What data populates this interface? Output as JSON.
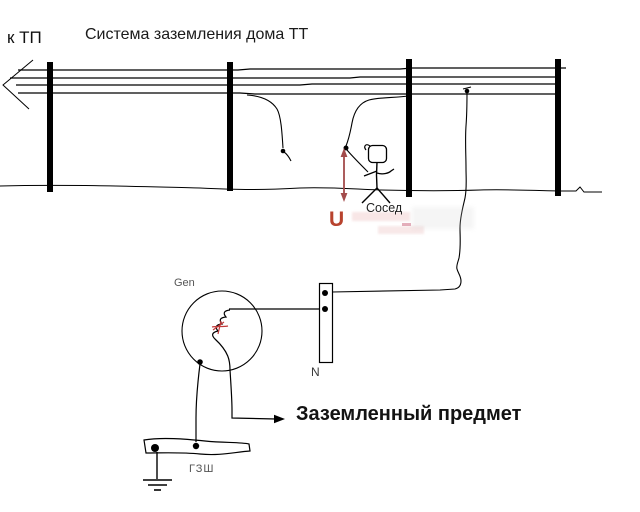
{
  "diagram": {
    "title": "Система заземления дома ТТ",
    "labels": {
      "to_substation": "к ТП",
      "neighbor": "Сосед",
      "voltage": "U",
      "generator": "Gen",
      "neutral_bus": "N",
      "main_ground_bus": "ГЗШ",
      "grounded_object": "Заземленный предмет"
    },
    "colors": {
      "ink": "#000000",
      "voltage_arrow": "#a34b4b",
      "voltage_label": "#b8432e",
      "generator_mark": "#c03a3a",
      "label_gray": "#555555"
    }
  }
}
